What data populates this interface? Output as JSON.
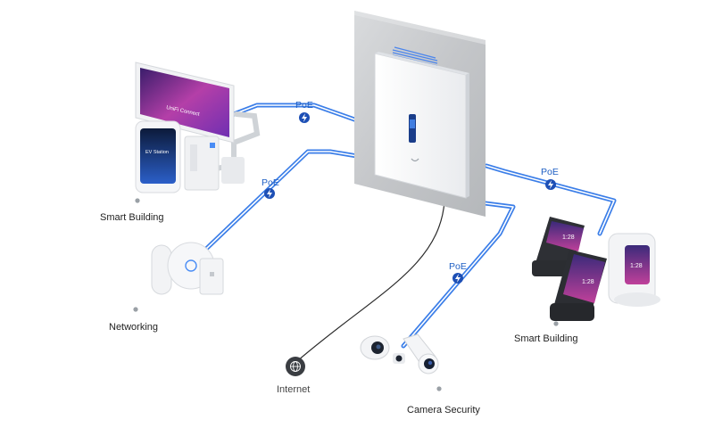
{
  "poe": {
    "top_left": "PoE",
    "left": "PoE",
    "right": "PoE",
    "bottom": "PoE"
  },
  "labels": {
    "smart_building_left": "Smart Building",
    "networking": "Networking",
    "internet": "Internet",
    "camera_security": "Camera Security",
    "smart_building_right": "Smart Building"
  },
  "screens": {
    "kiosk_logo": "UniFi Connect",
    "ev_station": "EV Station",
    "phone_time_1": "1:28",
    "phone_time_2": "1:28",
    "phone_time_3": "1:28"
  },
  "colors": {
    "cable_blue": "#3b7ee8",
    "badge_blue": "#1d4fb5",
    "wall_gray": "#c8cacc",
    "device_white": "#f4f5f7"
  },
  "icons": {
    "badge": "bolt-icon",
    "internet": "globe-icon"
  }
}
